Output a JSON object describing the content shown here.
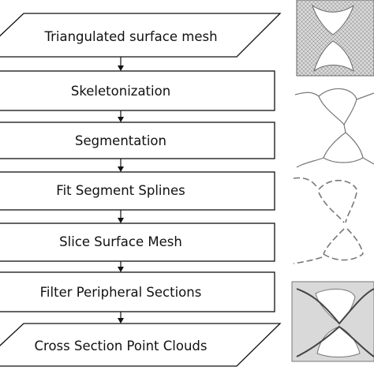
{
  "steps": [
    {
      "label": "Triangulated surface mesh",
      "shape": "parallelogram"
    },
    {
      "label": "Skeletonization",
      "shape": "rectangle"
    },
    {
      "label": "Segmentation",
      "shape": "rectangle"
    },
    {
      "label": "Fit Segment Splines",
      "shape": "rectangle"
    },
    {
      "label": "Slice Surface Mesh",
      "shape": "rectangle"
    },
    {
      "label": "Filter Peripheral Sections",
      "shape": "rectangle"
    },
    {
      "label": "Cross Section Point Clouds",
      "shape": "parallelogram"
    }
  ],
  "thumbnails": [
    "surface-mesh",
    "skeleton",
    "segmented-skeleton",
    "spline-fit",
    "sliced-sections",
    "filtered-sections"
  ]
}
